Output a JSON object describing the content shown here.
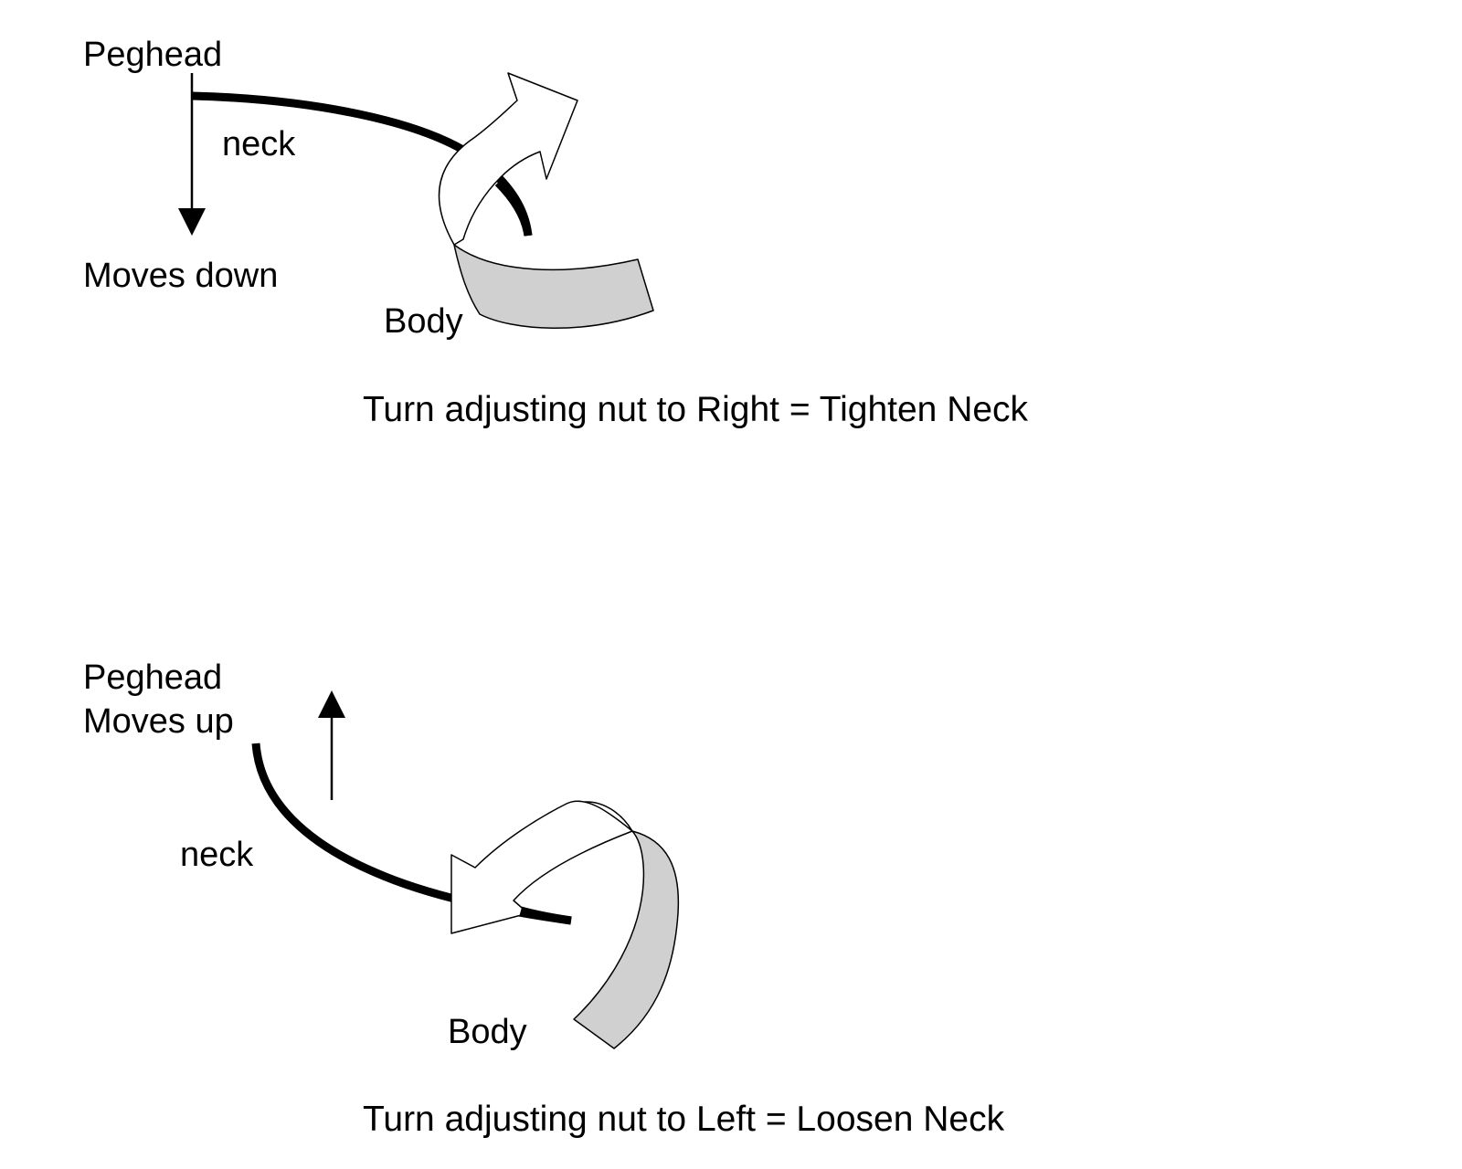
{
  "diagrams": [
    {
      "peghead_label": "Peghead",
      "movement_label": "Moves down",
      "neck_label": "neck",
      "body_label": "Body",
      "caption": "Turn adjusting nut to Right = Tighten Neck"
    },
    {
      "peghead_label": "Peghead",
      "movement_label": "Moves up",
      "neck_label": "neck",
      "body_label": "Body",
      "caption": "Turn adjusting nut to Left = Loosen Neck"
    }
  ],
  "colors": {
    "line": "#000000",
    "ribbon_front": "#ffffff",
    "ribbon_back": "#d0d0d0",
    "background": "#ffffff"
  }
}
